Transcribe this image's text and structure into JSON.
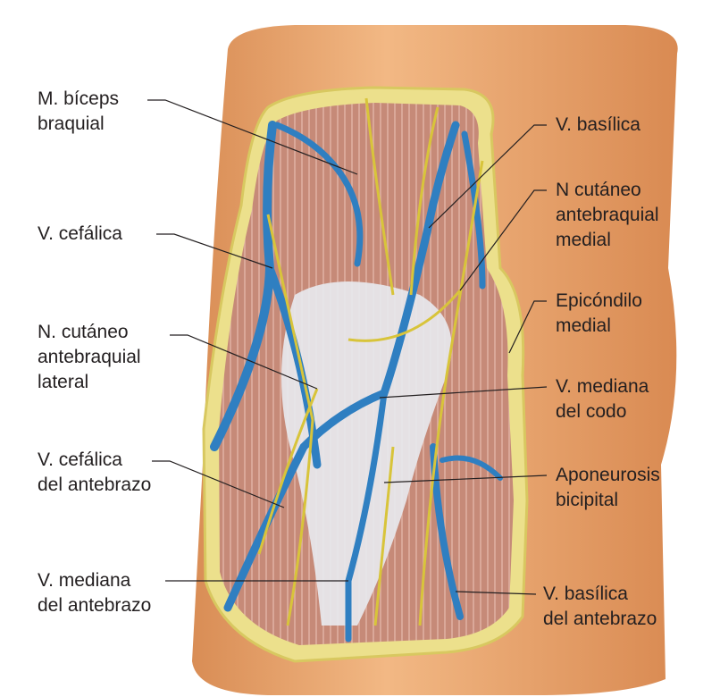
{
  "figure": {
    "labels_left": [
      {
        "id": "biceps",
        "lines": [
          "M. bíceps",
          "braquial"
        ]
      },
      {
        "id": "cefalica",
        "lines": [
          "V. cefálica"
        ]
      },
      {
        "id": "n-cut-lat",
        "lines": [
          "N. cutáneo",
          "antebraquial",
          "lateral"
        ]
      },
      {
        "id": "cefalica-ant",
        "lines": [
          "V. cefálica",
          "del antebrazo"
        ]
      },
      {
        "id": "mediana-ant",
        "lines": [
          "V. mediana",
          "del antebrazo"
        ]
      }
    ],
    "labels_right": [
      {
        "id": "basilica",
        "lines": [
          "V. basílica"
        ]
      },
      {
        "id": "n-cut-med",
        "lines": [
          "N cutáneo",
          "antebraquial",
          "medial"
        ]
      },
      {
        "id": "epicondilo",
        "lines": [
          "Epicóndilo",
          "medial"
        ]
      },
      {
        "id": "mediana-codo",
        "lines": [
          "V. mediana",
          "del codo"
        ]
      },
      {
        "id": "aponeurosis",
        "lines": [
          "Aponeurosis",
          "bicipital"
        ]
      },
      {
        "id": "basilica-ant",
        "lines": [
          "V. basílica",
          "del antebrazo"
        ]
      }
    ]
  },
  "colors": {
    "skin": "#e8a46c",
    "fat": "#ede08a",
    "muscle": "#c98e7c",
    "vein": "#2f7fc1",
    "nerve": "#d8c43a",
    "aponeurosis": "#e6e8ee"
  }
}
